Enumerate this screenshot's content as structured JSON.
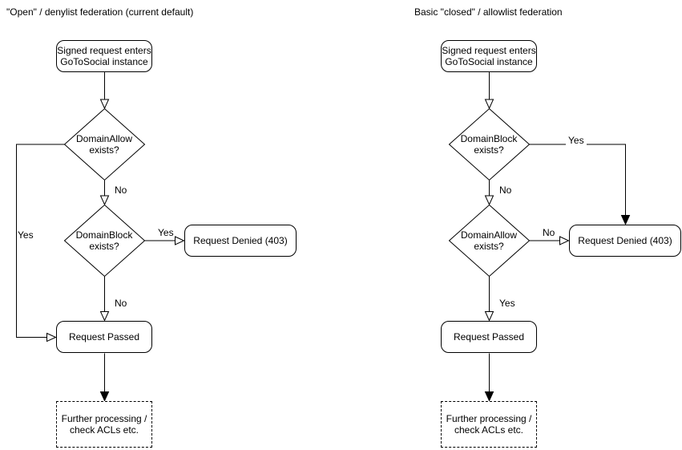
{
  "left": {
    "title": "\"Open\" / denylist federation (current default)",
    "start": {
      "line1": "Signed request enters",
      "line2": "GoToSocial instance"
    },
    "decision1": {
      "line1": "DomainAllow",
      "line2": "exists?"
    },
    "decision2": {
      "line1": "DomainBlock",
      "line2": "exists?"
    },
    "denied": "Request Denied (403)",
    "passed": "Request Passed",
    "further": {
      "line1": "Further processing /",
      "line2": "check ACLs etc."
    },
    "labels": {
      "d1_no": "No",
      "d1_yes": "Yes",
      "d2_yes": "Yes",
      "d2_no": "No"
    }
  },
  "right": {
    "title": "Basic \"closed\" / allowlist federation",
    "start": {
      "line1": "Signed request enters",
      "line2": "GoToSocial instance"
    },
    "decision1": {
      "line1": "DomainBlock",
      "line2": "exists?"
    },
    "decision2": {
      "line1": "DomainAllow",
      "line2": "exists?"
    },
    "denied": "Request Denied (403)",
    "passed": "Request Passed",
    "further": {
      "line1": "Further processing /",
      "line2": "check ACLs etc."
    },
    "labels": {
      "d1_yes": "Yes",
      "d1_no": "No",
      "d2_no": "No",
      "d2_yes": "Yes"
    }
  },
  "colors": {
    "stroke": "#000000",
    "fill": "#ffffff",
    "text": "#000000"
  }
}
